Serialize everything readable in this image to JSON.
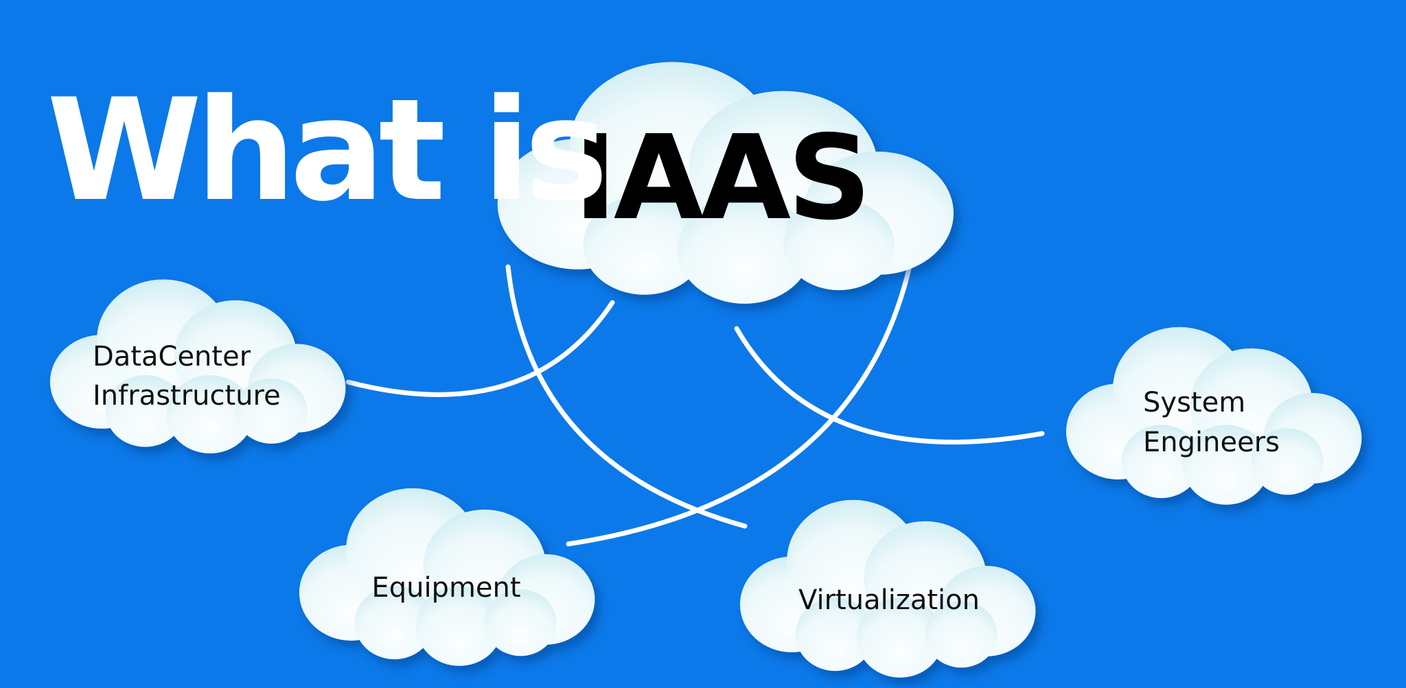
{
  "title": {
    "prefix": "What is",
    "highlight": "IAAS"
  },
  "nodes": [
    {
      "lines": [
        "DataCenter",
        "Infrastructure"
      ]
    },
    {
      "lines": [
        "System",
        "Engineers"
      ]
    },
    {
      "lines": [
        "Equipment"
      ]
    },
    {
      "lines": [
        "Virtualization"
      ]
    }
  ],
  "colors": {
    "background": "#0b79e9",
    "cloud_fill": "#eef9fb",
    "cloud_shade": "#d2eef4",
    "title_text": "#ffffff",
    "label_text": "#111111",
    "connector": "#ffffff"
  }
}
